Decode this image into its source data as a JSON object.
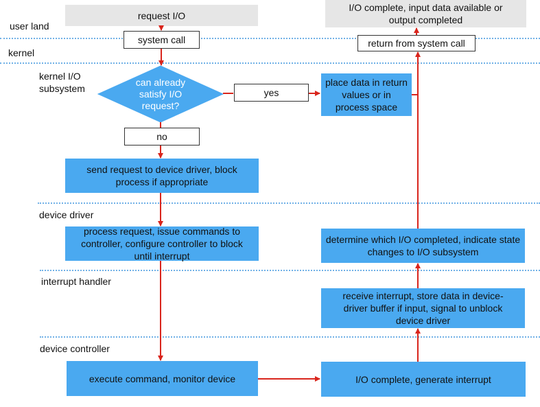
{
  "layers": {
    "user_land": "user land",
    "kernel": "kernel",
    "kernel_io_subsystem": "kernel I/O\nsubsystem",
    "device_driver": "device driver",
    "interrupt_handler": "interrupt handler",
    "device_controller": "device controller"
  },
  "nodes": {
    "request_io": "request I/O",
    "io_complete_top": "I/O complete, input data available or output completed",
    "system_call": "system call",
    "return_from_system_call": "return from system call",
    "can_already_satisfy": "can already satisfy I/O request?",
    "yes": "yes",
    "no": "no",
    "place_data": "place data in return values or in process space",
    "send_request": "send request to device driver, block process if appropriate",
    "process_request": "process request, issue commands to controller, configure controller to block until interrupt",
    "determine_which": "determine which I/O completed, indicate state changes to I/O subsystem",
    "receive_interrupt": "receive interrupt, store data in device-driver buffer if input, signal to unblock device driver",
    "execute_command": "execute command, monitor device",
    "io_complete_interrupt": "I/O complete, generate interrupt"
  },
  "colors": {
    "box_blue": "#4aa9f0",
    "box_grey": "#e6e6e6",
    "arrow_red": "#d9251c",
    "divider": "#6fb0e6"
  }
}
